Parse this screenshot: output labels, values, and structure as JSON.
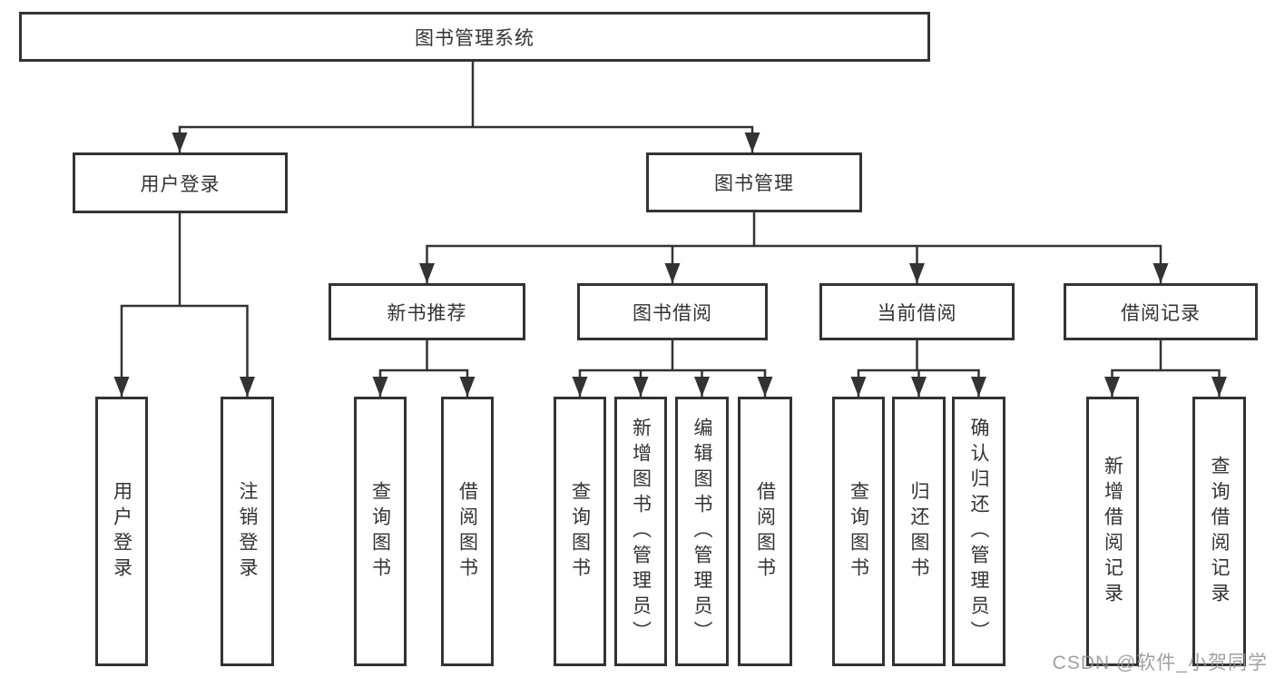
{
  "colors": {
    "line": "#333333",
    "box_border": "#333333",
    "text": "#333333",
    "background": "#ffffff",
    "watermark": "#919191"
  },
  "tree": {
    "root": {
      "label": "图书管理系统",
      "children": [
        {
          "label": "用户登录",
          "children": [
            {
              "label": "用户登录"
            },
            {
              "label": "注销登录"
            }
          ]
        },
        {
          "label": "图书管理",
          "children": [
            {
              "label": "新书推荐",
              "children": [
                {
                  "label": "查询图书"
                },
                {
                  "label": "借阅图书"
                }
              ]
            },
            {
              "label": "图书借阅",
              "children": [
                {
                  "label": "查询图书"
                },
                {
                  "label": "新增图书（管理员）"
                },
                {
                  "label": "编辑图书（管理员）"
                },
                {
                  "label": "借阅图书"
                }
              ]
            },
            {
              "label": "当前借阅",
              "children": [
                {
                  "label": "查询图书"
                },
                {
                  "label": "归还图书"
                },
                {
                  "label": "确认归还（管理员）"
                }
              ]
            },
            {
              "label": "借阅记录",
              "children": [
                {
                  "label": "新增借阅记录"
                },
                {
                  "label": "查询借阅记录"
                }
              ]
            }
          ]
        }
      ]
    }
  },
  "watermark": {
    "text": "CSDN @软件_小贺同学"
  }
}
